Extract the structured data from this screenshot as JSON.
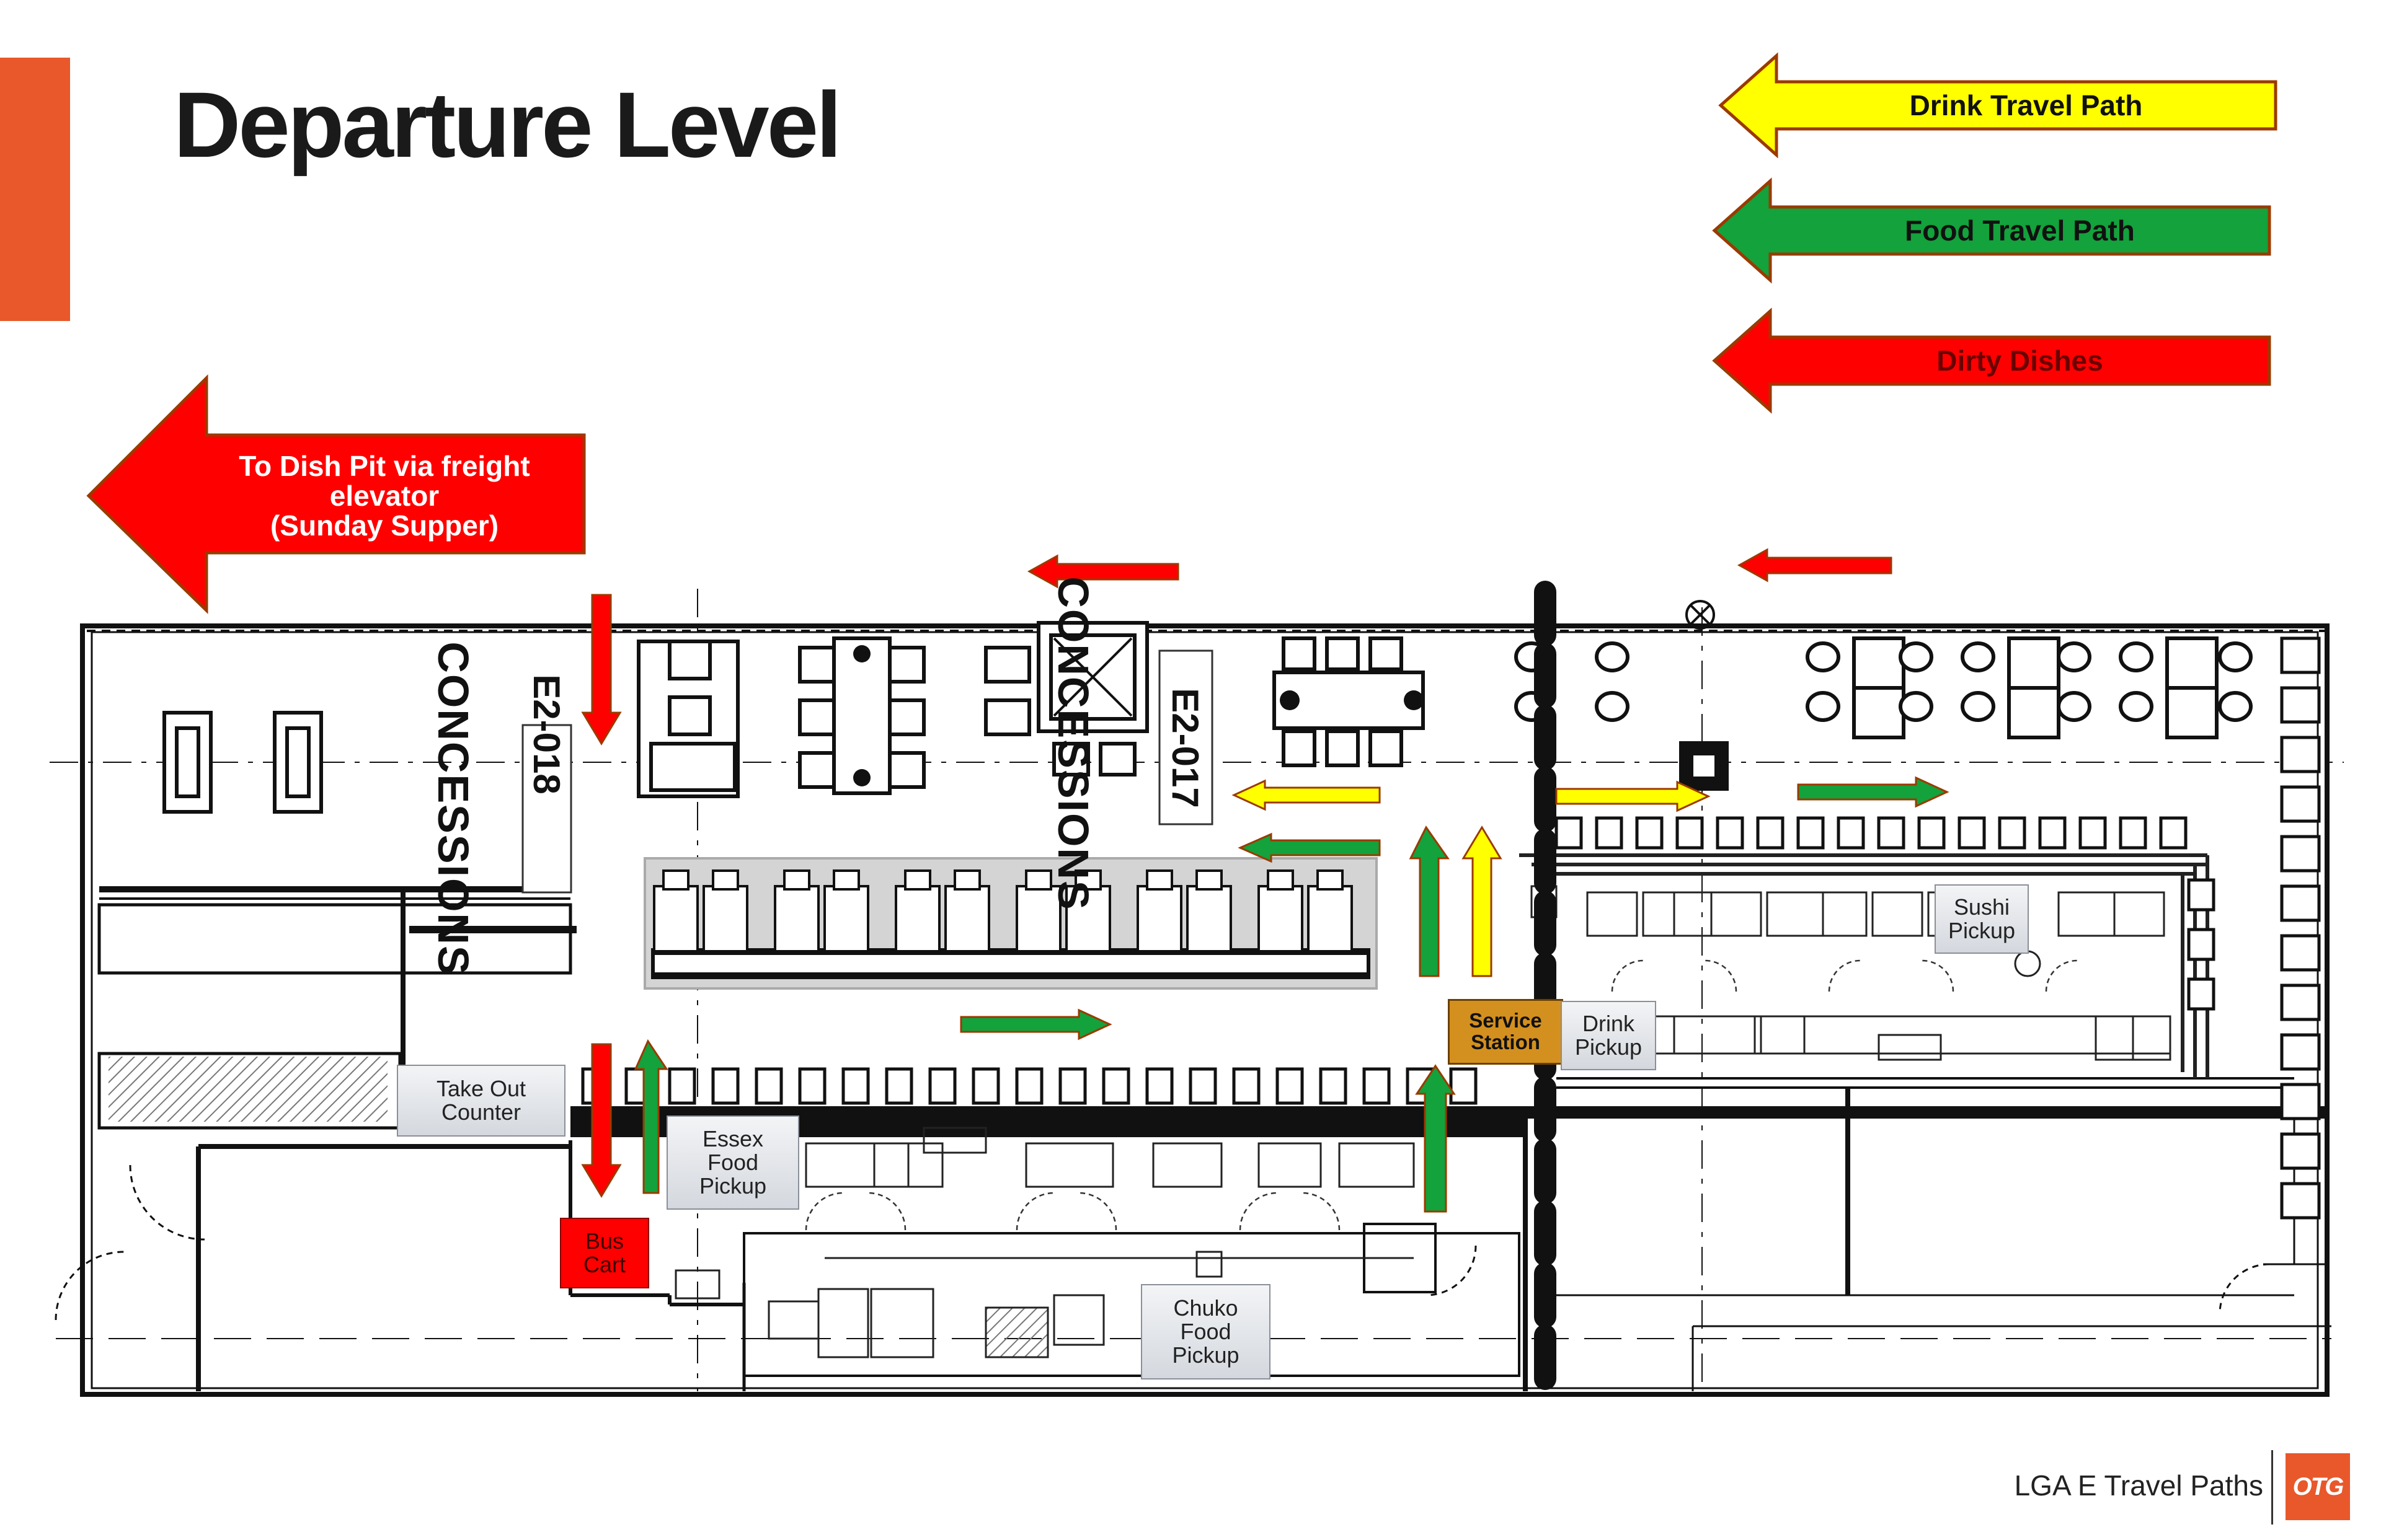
{
  "page": {
    "title": "Departure Level",
    "footer": "LGA E Travel Paths",
    "logo_text": "OTG"
  },
  "colors": {
    "accent": "#e8582b",
    "drink": "#ffff00",
    "food": "#13a23c",
    "dirty": "#ff0000",
    "service": "#d4901e"
  },
  "legend": [
    {
      "label": "Drink Travel Path",
      "color": "#ffff00"
    },
    {
      "label": "Food Travel Path",
      "color": "#13a23c"
    },
    {
      "label": "Dirty Dishes",
      "color": "#ff0000"
    }
  ],
  "dish_pit": {
    "line1": "To Dish Pit via freight",
    "line2": "elevator",
    "line3": "(Sunday Supper)"
  },
  "concessions": [
    {
      "name": "CONCESSIONS",
      "code": "E2-018"
    },
    {
      "name": "CONCESSIONS",
      "code": "E2-017"
    }
  ],
  "stations": {
    "take_out": "Take Out\nCounter",
    "essex": "Essex\nFood\nPickup",
    "bus_cart": "Bus\nCart",
    "chuko": "Chuko\nFood\nPickup",
    "service": "Service\nStation",
    "drink": "Drink\nPickup",
    "sushi": "Sushi\nPickup"
  }
}
